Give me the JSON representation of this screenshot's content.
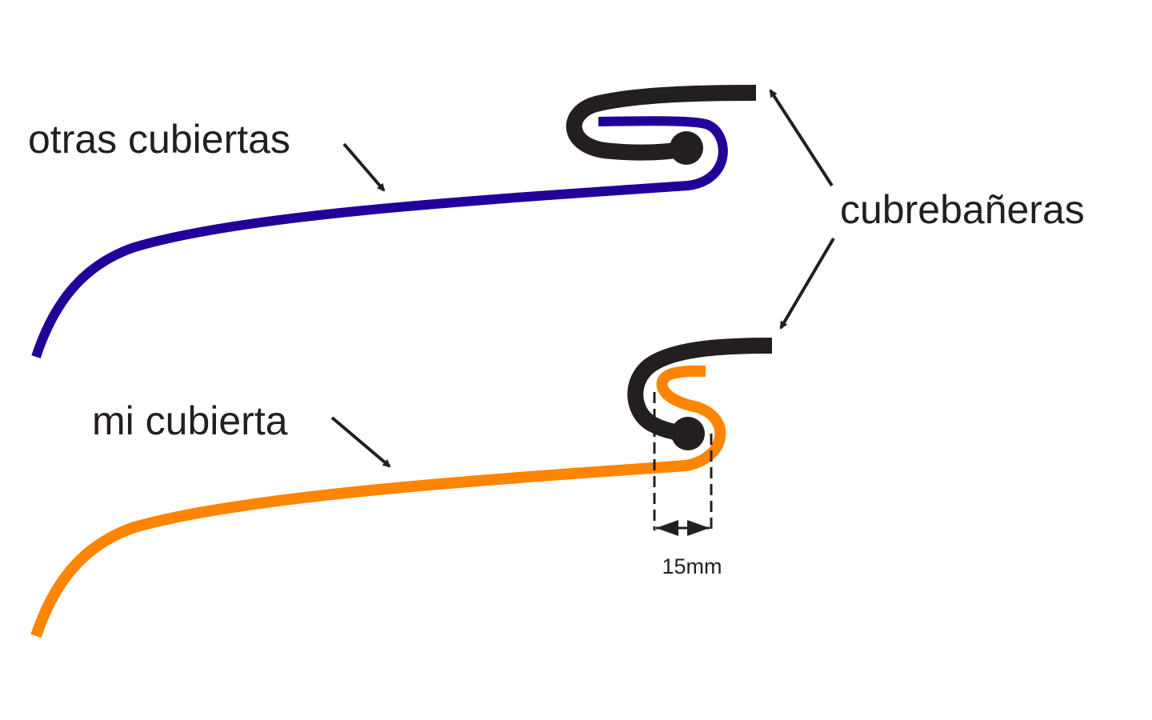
{
  "labels": {
    "other_covers": "otras cubiertas",
    "my_cover": "mi cubierta",
    "bath_covers": "cubrebañeras",
    "dimension": "15mm"
  },
  "colors": {
    "other_cover_line": "#22009a",
    "my_cover_line": "#ff8400",
    "bath_cover_line": "#231f20",
    "arrow": "#231f20",
    "background": "#ffffff"
  }
}
